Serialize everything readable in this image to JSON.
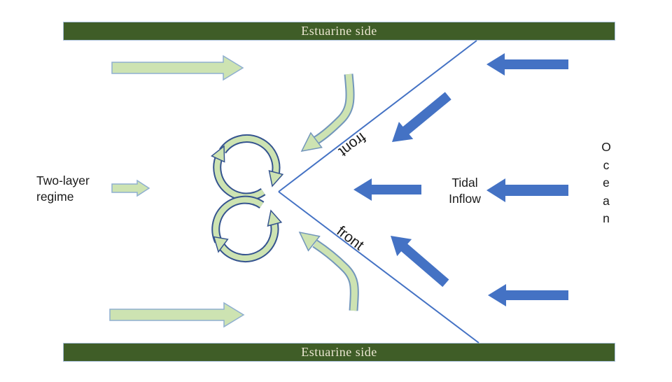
{
  "bars": {
    "top": "Estuarine side",
    "bottom": "Estuarine side"
  },
  "labels": {
    "two_layer_regime": "Two-layer\nregime",
    "tidal_inflow": "Tidal\nInflow",
    "ocean": "O\nc\ne\na\nn",
    "front_upper": "front",
    "front_lower": "front"
  },
  "colors": {
    "bar_green": "#3f5d27",
    "bar_text": "#ece7d2",
    "arrow_blue": "#4472c4",
    "front_line_blue": "#4472c4",
    "arrow_green_fill": "#cde3b2",
    "arrow_green_stroke": "#8fafd0",
    "curve_outline": "#7296bb",
    "eddy_outline": "#35548f",
    "label_text": "#1a1a1a"
  },
  "flows": {
    "estuarine_outflow": {
      "color": "green",
      "direction": "right",
      "count": 3
    },
    "tidal_inflow": {
      "color": "blue",
      "direction": "left toward front",
      "count": 6
    },
    "front_deflection": {
      "color": "green",
      "shape": "curved along front",
      "count": 2
    },
    "eddies": {
      "top_rotation": "clockwise",
      "bottom_rotation": "counterclockwise",
      "count": 2
    }
  }
}
